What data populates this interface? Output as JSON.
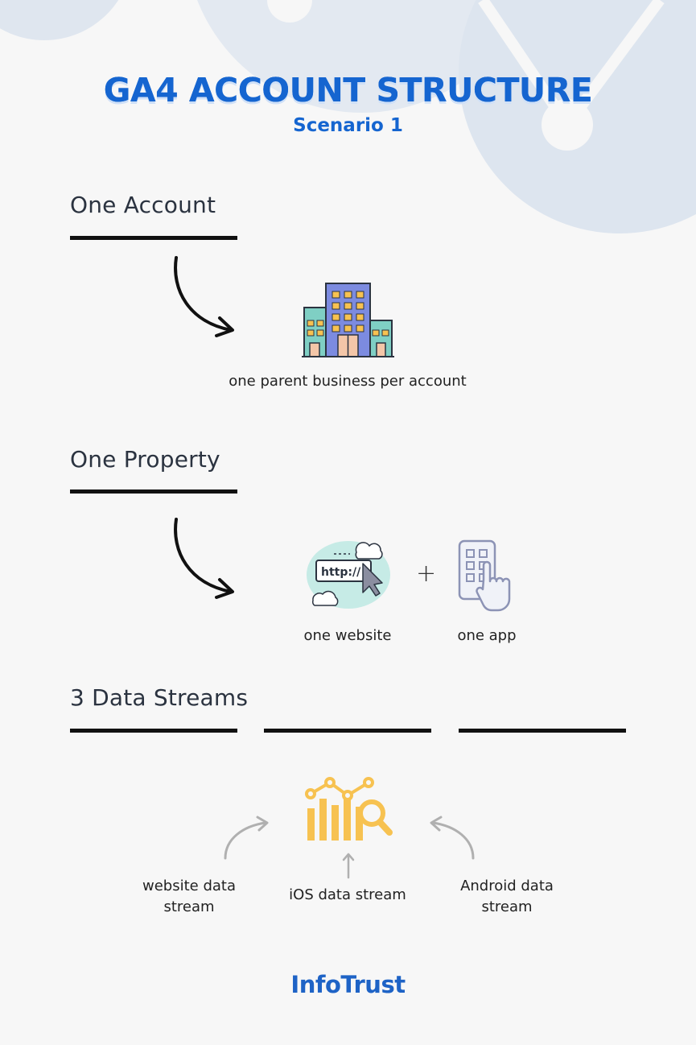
{
  "header": {
    "title": "GA4 ACCOUNT STRUCTURE",
    "subtitle": "Scenario 1"
  },
  "sections": {
    "account": {
      "heading": "One Account",
      "caption": "one parent business per account",
      "icon": "office-building-icon"
    },
    "property": {
      "heading": "One Property",
      "website_caption": "one website",
      "app_caption": "one app",
      "plus": "+",
      "icons": [
        "website-url-icon",
        "mobile-app-tap-icon"
      ]
    },
    "streams": {
      "heading": "3 Data Streams",
      "icon": "analytics-chart-magnifier-icon",
      "website_line1": "website data",
      "website_line2": "stream",
      "ios": "iOS data stream",
      "android_line1": "Android data",
      "android_line2": "stream"
    }
  },
  "footer": {
    "logo_text": "InfoTrust"
  },
  "colors": {
    "brand_blue": "#1565d0",
    "accent_yellow": "#f7c251",
    "building_purple": "#7c8be0",
    "building_teal": "#7fcfc4"
  }
}
